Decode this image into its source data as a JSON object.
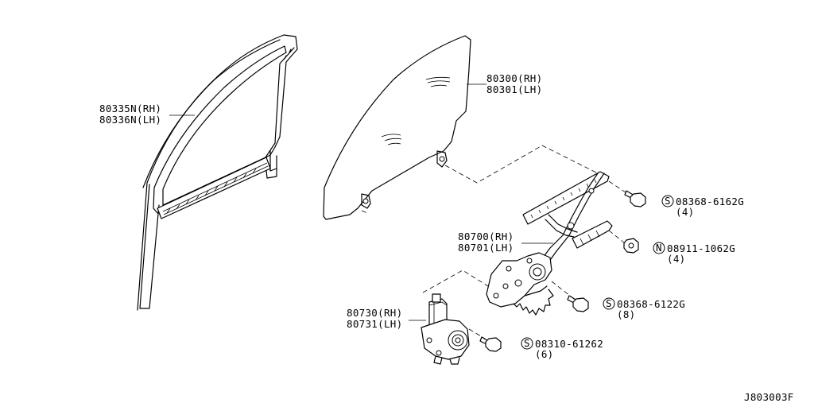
{
  "parts": {
    "sash": {
      "rh": "80335N(RH)",
      "lh": "80336N(LH)"
    },
    "glass": {
      "rh": "80300(RH)",
      "lh": "80301(LH)"
    },
    "regulator": {
      "rh": "80700(RH)",
      "lh": "80701(LH)"
    },
    "motor": {
      "rh": "80730(RH)",
      "lh": "80731(LH)"
    }
  },
  "fasteners": [
    {
      "symbol": "S",
      "part_no": "08368-6162G",
      "qty": "(4)"
    },
    {
      "symbol": "N",
      "part_no": "08911-1062G",
      "qty": "(4)"
    },
    {
      "symbol": "S",
      "part_no": "08368-6122G",
      "qty": "(8)"
    },
    {
      "symbol": "S",
      "part_no": "08310-61262",
      "qty": "(6)"
    }
  ],
  "diagram_code": "J803003F"
}
